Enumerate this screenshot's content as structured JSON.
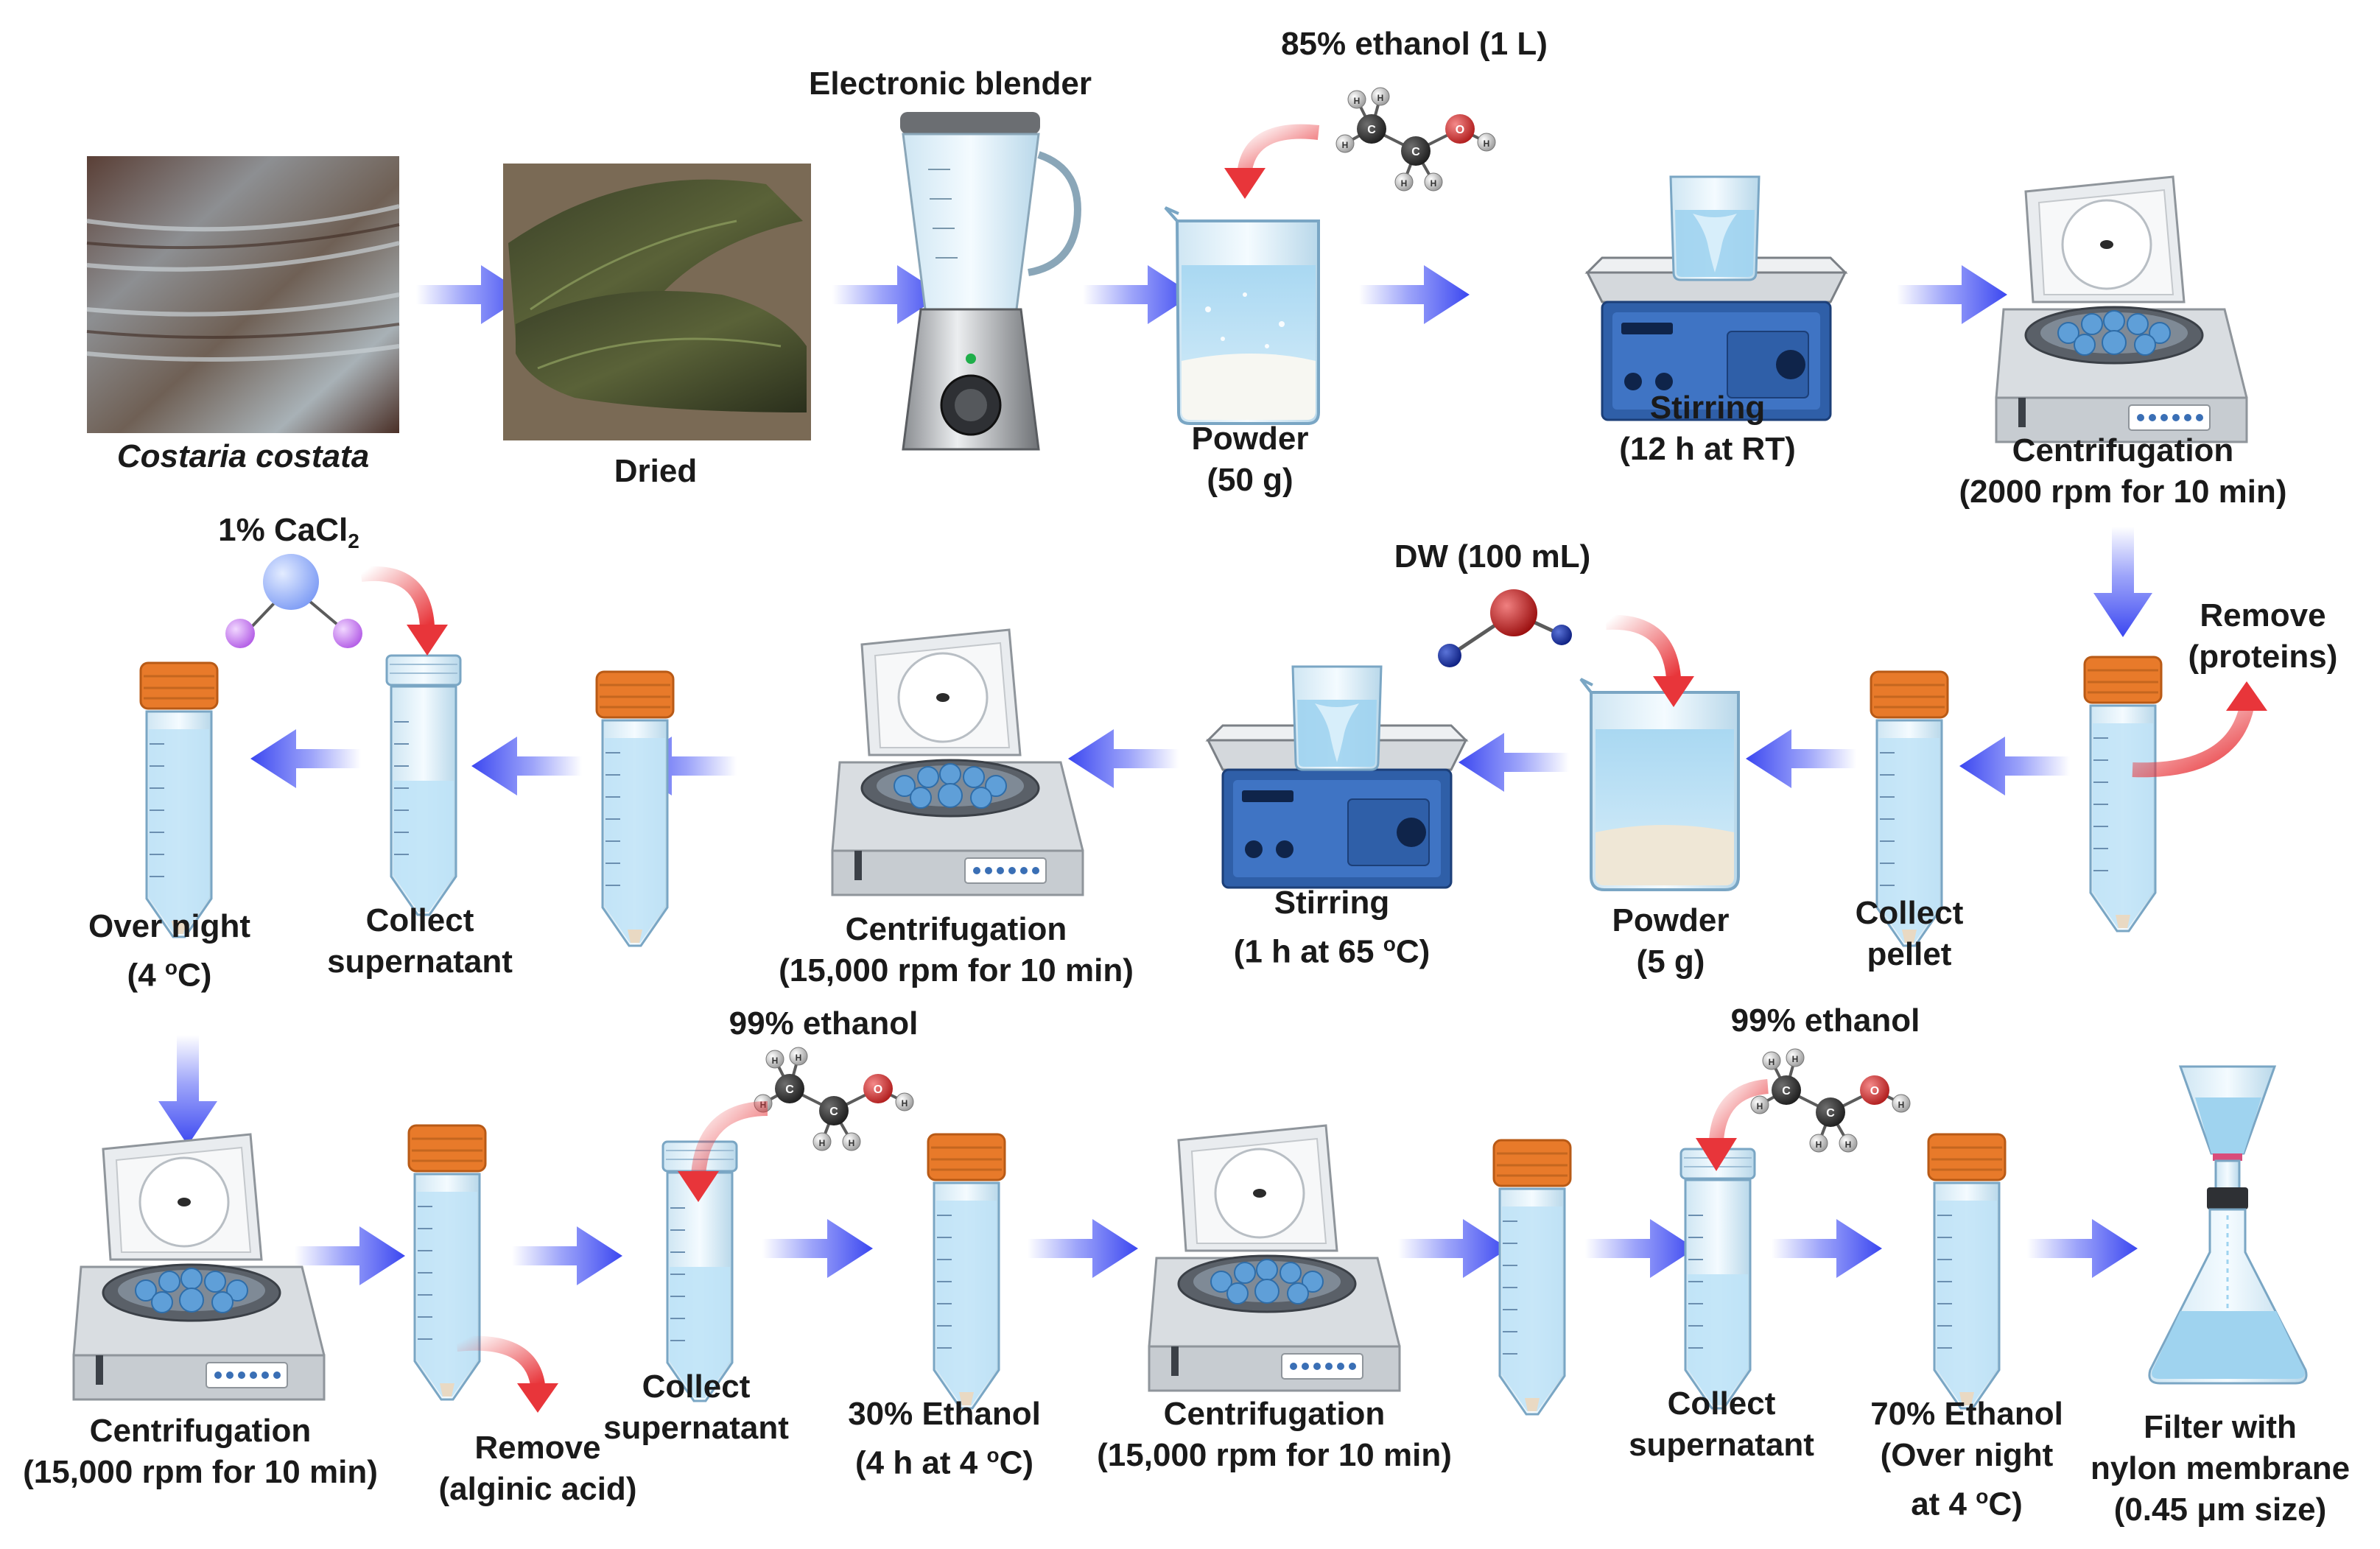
{
  "steps": {
    "costaria": {
      "name": "Costaria costata"
    },
    "dried": {
      "label": "Dried"
    },
    "blender": {
      "label": "Electronic blender"
    },
    "powder1": {
      "line1": "Powder",
      "line2": "(50 g)",
      "reagent": "85% ethanol (1 L)"
    },
    "stir1": {
      "line1": "Stirring",
      "line2": "(12 h at RT)"
    },
    "cent1": {
      "line1": "Centrifugation",
      "line2": "(2000 rpm for 10 min)"
    },
    "remove_proteins": {
      "line1": "Remove",
      "line2": "(proteins)"
    },
    "collect_pellet": {
      "line1": "Collect",
      "line2": "pellet"
    },
    "powder2": {
      "line1": "Powder",
      "line2": "(5 g)",
      "reagent": "DW (100 mL)"
    },
    "stir2": {
      "line1": "Stirring",
      "line2_main": "(1 h at 65 ",
      "line2_sup": "o",
      "line2_end": "C)"
    },
    "cent2": {
      "line1": "Centrifugation",
      "line2": "(15,000 rpm for 10 min)"
    },
    "collect_sup1": {
      "line1": "Collect",
      "line2": "supernatant",
      "reagent_main": "1% CaCl",
      "reagent_sub": "2"
    },
    "overnight": {
      "line1": "Over night",
      "line2_main": "(4 ",
      "line2_sup": "o",
      "line2_end": "C)"
    },
    "cent3": {
      "line1": "Centrifugation",
      "line2": "(15,000 rpm for 10 min)"
    },
    "remove_alginic": {
      "line1": "Remove",
      "line2": "(alginic acid)"
    },
    "collect_sup2": {
      "line1": "Collect",
      "line2": "supernatant",
      "reagent": "99% ethanol"
    },
    "ethanol30": {
      "line1": "30% Ethanol",
      "line2_main": "(4 h at 4 ",
      "line2_sup": "o",
      "line2_end": "C)"
    },
    "cent4": {
      "line1": "Centrifugation",
      "line2": "(15,000 rpm for 10 min)"
    },
    "collect_sup3": {
      "line1": "Collect",
      "line2": "supernatant",
      "reagent": "99% ethanol"
    },
    "ethanol70": {
      "line1": "70% Ethanol",
      "line2": "(Over night",
      "line3_main": "at 4 ",
      "line3_sup": "o",
      "line3_end": "C)"
    },
    "filter": {
      "line1": "Filter with",
      "line2": "nylon membrane",
      "line3": "(0.45 μm size)"
    }
  },
  "molecules": {
    "ethanol_atoms": [
      "H",
      "C",
      "O"
    ]
  },
  "colors": {
    "flow_arrow": "#4b58f5",
    "reagent_arrow": "#e8353a",
    "tube_cap": "#e87a2a",
    "liquid": "#bfe3f7",
    "machine_blue": "#2f5fa8",
    "text": "#1a1a1a"
  }
}
